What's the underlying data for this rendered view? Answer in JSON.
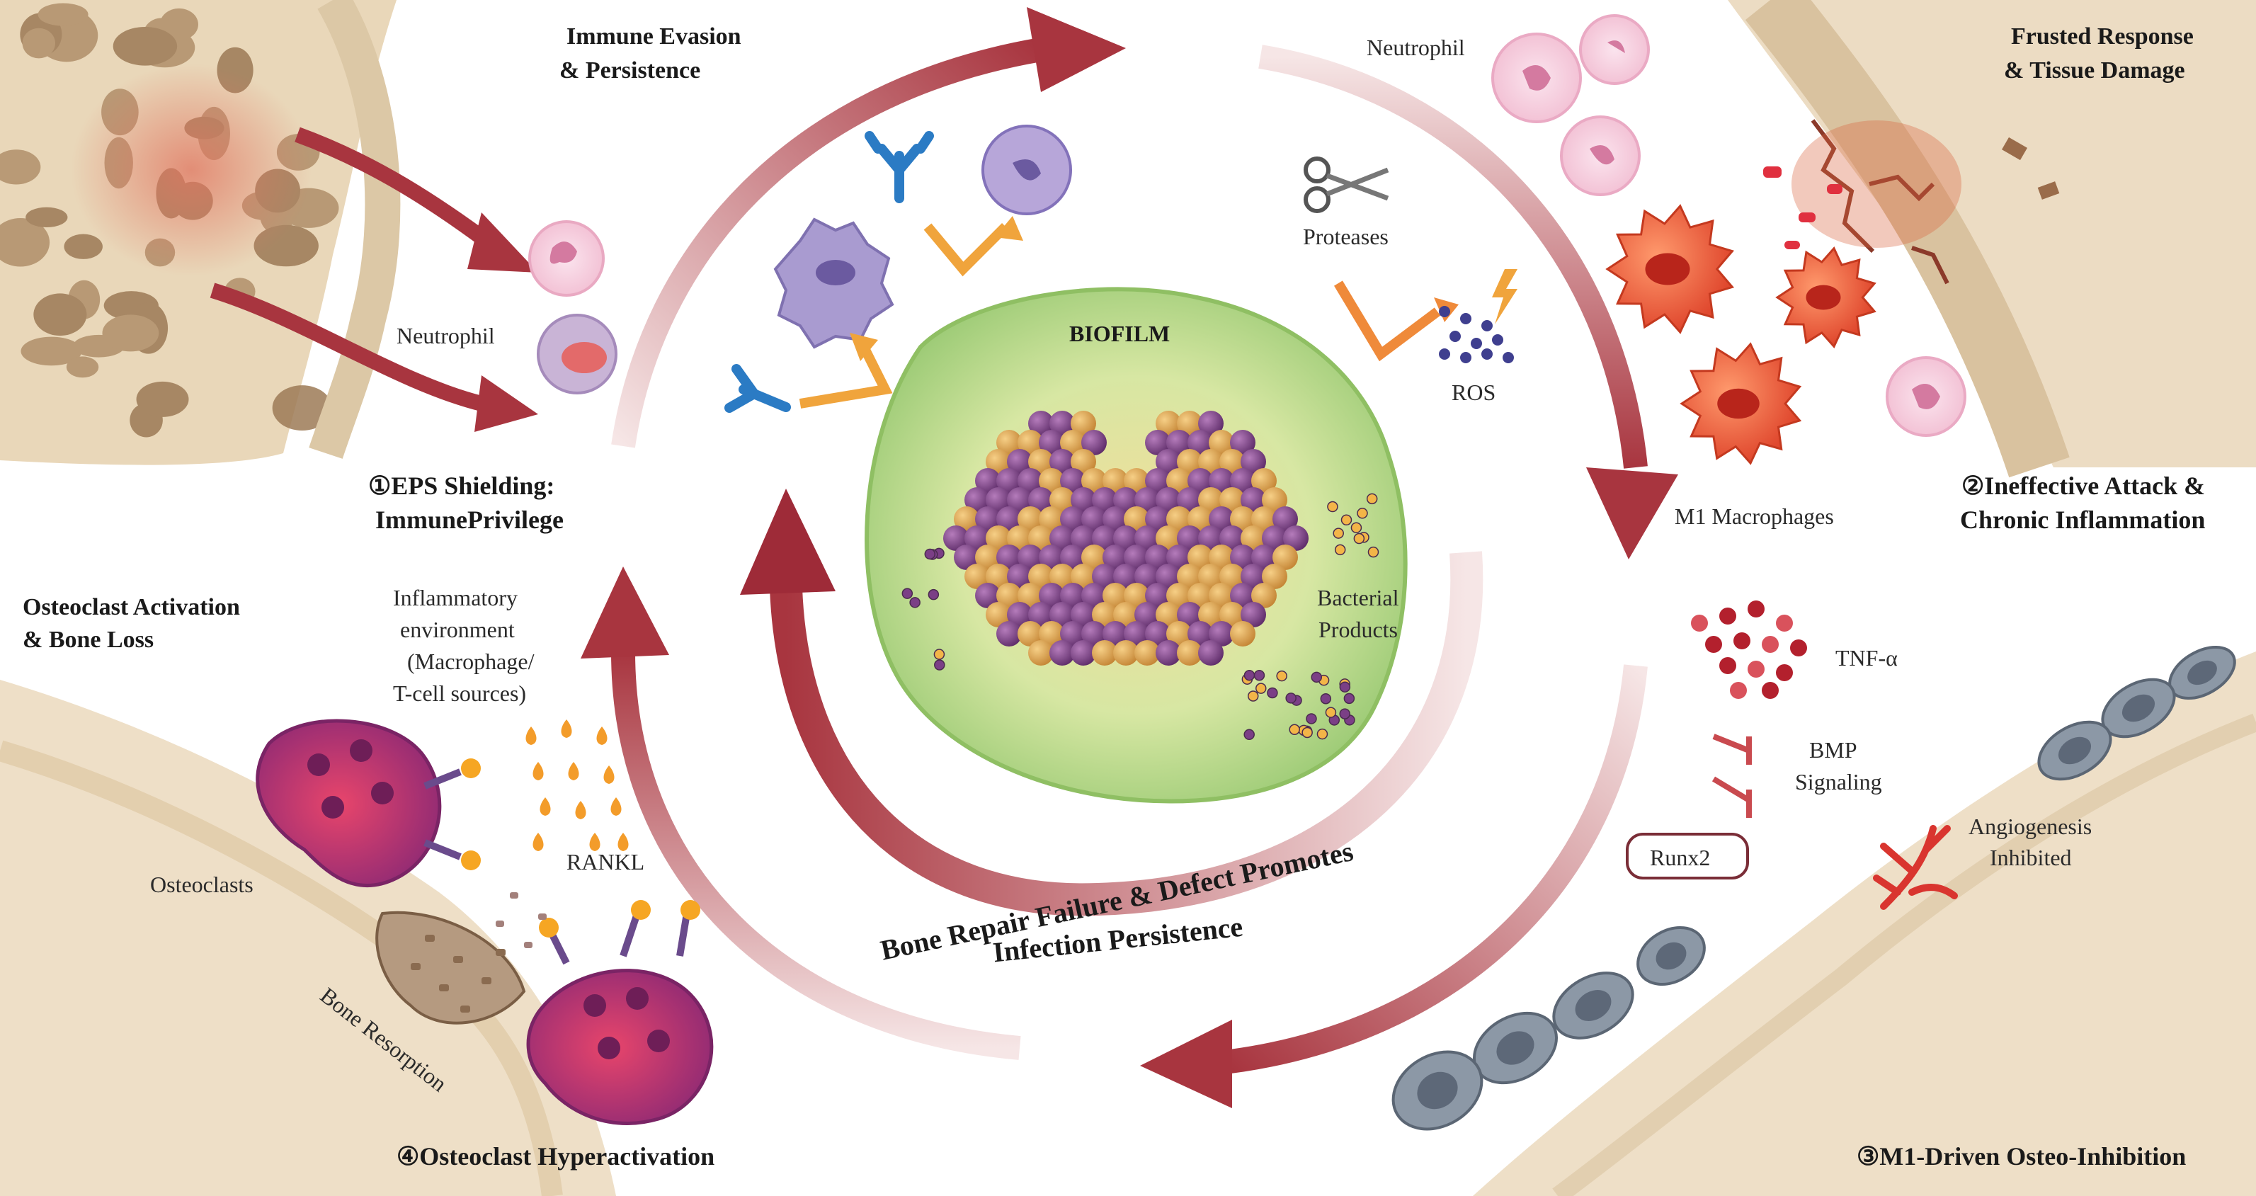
{
  "corners": {
    "top_left_title": [
      "Immune Evasion",
      "& Persistence"
    ],
    "top_right_title": [
      "Frusted Response",
      "& Tissue Damage"
    ],
    "bottom_left_title": [
      "Osteoclast Activation",
      "& Bone Loss"
    ]
  },
  "stages": {
    "stage1": [
      "①EPS Shielding:",
      "ImmunePrivilege"
    ],
    "stage2": [
      "②Ineffective Attack &",
      "Chronic Inflammation"
    ],
    "stage3": "③M1-Driven Osteo-Inhibition",
    "stage4": "④Osteoclast Hyperactivation"
  },
  "labels": {
    "neutrophil_left": "Neutrophil",
    "neutrophil_top": "Neutrophil",
    "proteases": "Proteases",
    "ros": "ROS",
    "m1_macrophages": "M1 Macrophages",
    "biofilm": "BIOFILM",
    "bacterial_products": [
      "Bacterial",
      "Products"
    ],
    "tnf": "TNF-α",
    "bmp": [
      "BMP",
      "Signaling"
    ],
    "runx2": "Runx2",
    "angiogenesis": [
      "Angiogenesis",
      "Inhibited"
    ],
    "inflammatory_env": [
      "Inflammatory",
      "environment",
      "(Macrophage/",
      "T-cell sources)"
    ],
    "rankl": "RANKL",
    "osteoclasts": "Osteoclasts",
    "bone_resorption": "Bone Resorption"
  },
  "center_caption": [
    "Bone Repair Failure & Defect Promotes",
    "Infection Persistence"
  ],
  "colors": {
    "arrow_red": "#a8353f",
    "arrow_light": "#f1dbdc",
    "biofilm_green": "#b7d98c",
    "bacteria_purple": "#7b3f86",
    "bacteria_gold": "#d9a24c",
    "bone_beige": "#eadbc3",
    "macrophage_orange": "#f06a4a",
    "osteoclast_magenta": "#b33a78",
    "osteoblast_gray": "#8a95a3"
  },
  "icons": [
    "scissors-icon",
    "lightning-icon",
    "antibody-icon",
    "inhibition-icon"
  ]
}
